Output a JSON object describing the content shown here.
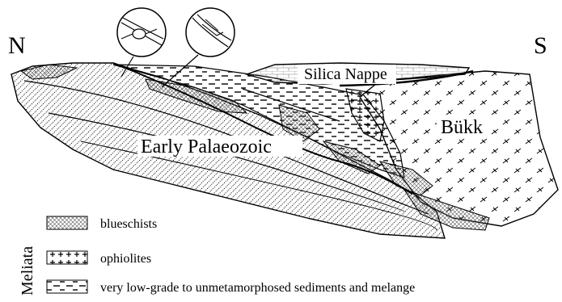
{
  "compass": {
    "north": "N",
    "south": "S"
  },
  "labels": {
    "silica_nappe": "Silica Nappe",
    "bukk": "Bükk",
    "early_palaeozoic": "Early Palaeozoic"
  },
  "legend": {
    "group_label": "Meliata",
    "items": [
      {
        "label": "blueschists",
        "pattern": "crosshatch"
      },
      {
        "label": "ophiolites",
        "pattern": "plus"
      },
      {
        "label": "very low-grade to unmetamorphosed sediments and melange",
        "pattern": "dashes"
      }
    ]
  },
  "colors": {
    "ink": "#000000",
    "background": "#ffffff"
  }
}
